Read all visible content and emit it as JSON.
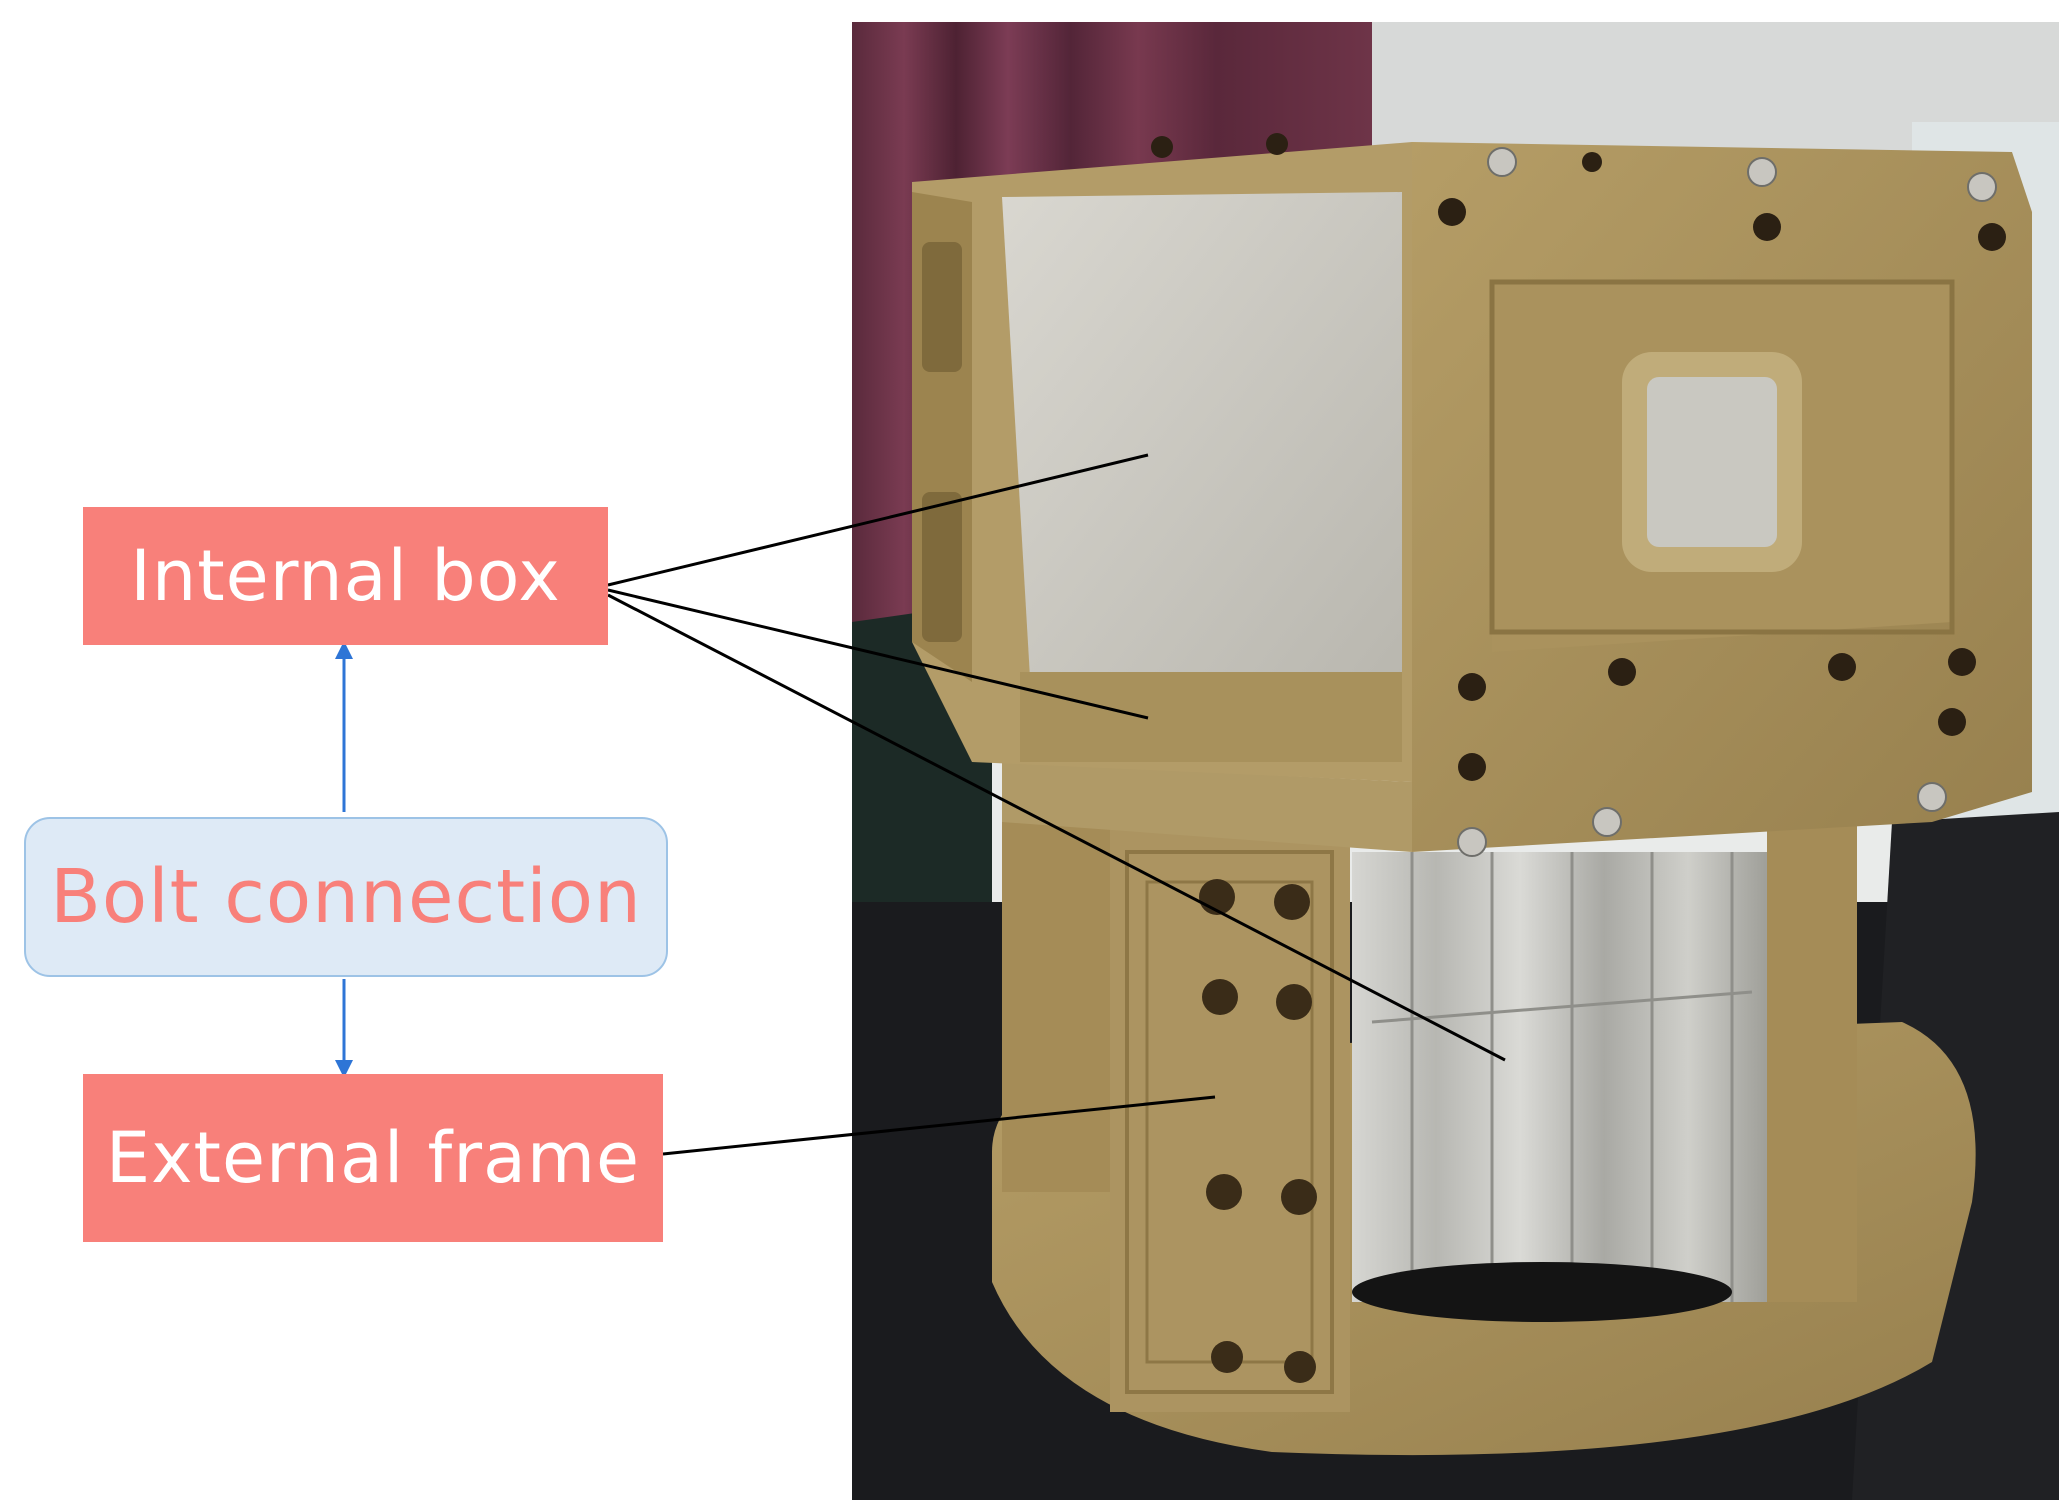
{
  "labels": {
    "internal_box": "Internal box",
    "bolt_connection": "Bolt connection",
    "external_frame": "External frame"
  },
  "colors": {
    "label_fill": "#f8807a",
    "label_text": "#ffffff",
    "bolt_fill": "#deeaf6",
    "bolt_border": "#9dc3e6",
    "bolt_text": "#f8807a",
    "arrow": "#2e75d6",
    "leader_line": "#000000"
  }
}
